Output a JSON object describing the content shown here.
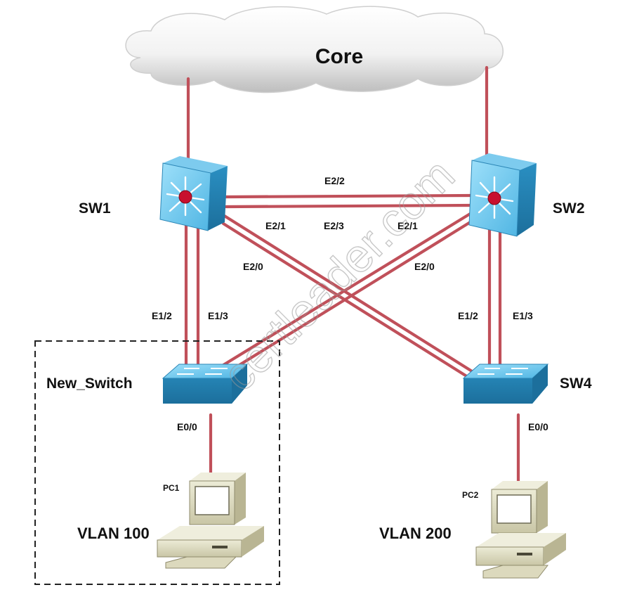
{
  "core": {
    "label": "Core"
  },
  "devices": {
    "sw1": {
      "label": "SW1"
    },
    "sw2": {
      "label": "SW2"
    },
    "new_switch": {
      "label": "New_Switch"
    },
    "sw4": {
      "label": "SW4"
    },
    "pc1": {
      "label": "PC1",
      "vlan": "VLAN 100"
    },
    "pc2": {
      "label": "PC2",
      "vlan": "VLAN 200"
    }
  },
  "ports": {
    "sw1_sw2_e2_2": "E2/2",
    "sw1_e2_1": "E2/1",
    "sw1_sw2_e2_3": "E2/3",
    "sw2_e2_1": "E2/1",
    "sw1_e2_0": "E2/0",
    "sw2_e2_0": "E2/0",
    "new_switch_e1_2": "E1/2",
    "new_switch_e1_3": "E1/3",
    "sw4_e1_2": "E1/2",
    "sw4_e1_3": "E1/3",
    "new_switch_e0_0": "E0/0",
    "sw4_e0_0": "E0/0"
  },
  "watermark": "certleader.com",
  "colors": {
    "link": "#c0505a",
    "switch_body": "#3aa4d6",
    "router_core": "#c8102e",
    "pc_body": "#d9d6b8"
  }
}
